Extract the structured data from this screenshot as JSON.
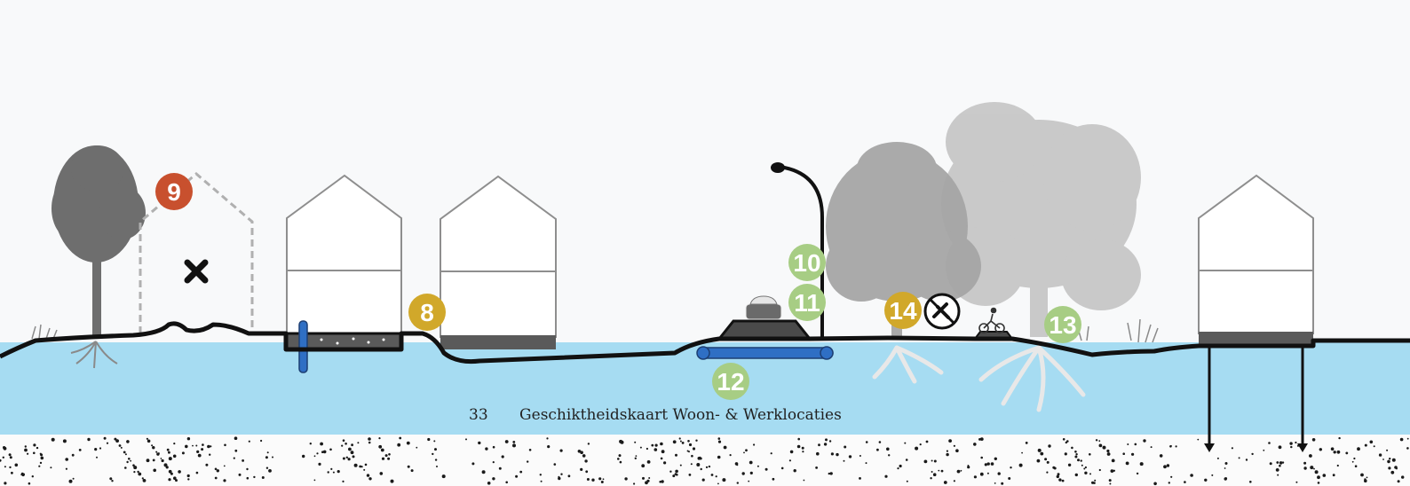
{
  "footer": {
    "page_number": "33",
    "title": "Geschiktheidskaart Woon- & Werklocaties"
  },
  "markers": [
    {
      "label": "9",
      "color": "#c8502e"
    },
    {
      "label": "8",
      "color": "#d1a82a"
    },
    {
      "label": "10",
      "color": "#a7cd84"
    },
    {
      "label": "11",
      "color": "#a7cd84"
    },
    {
      "label": "12",
      "color": "#a7cd84"
    },
    {
      "label": "14",
      "color": "#d1a82a"
    },
    {
      "label": "13",
      "color": "#a7cd84"
    }
  ],
  "colors": {
    "water": "#a6dcf2",
    "ground_line": "#111111",
    "house_outline": "#888888",
    "tree_dark": "#6b6b6b",
    "tree_light": "#b5b5b5",
    "pipe": "#2f6fc4"
  },
  "icons": [
    "cross-icon",
    "no-tools-icon",
    "cyclist-icon",
    "car-icon",
    "street-lamp-icon"
  ]
}
